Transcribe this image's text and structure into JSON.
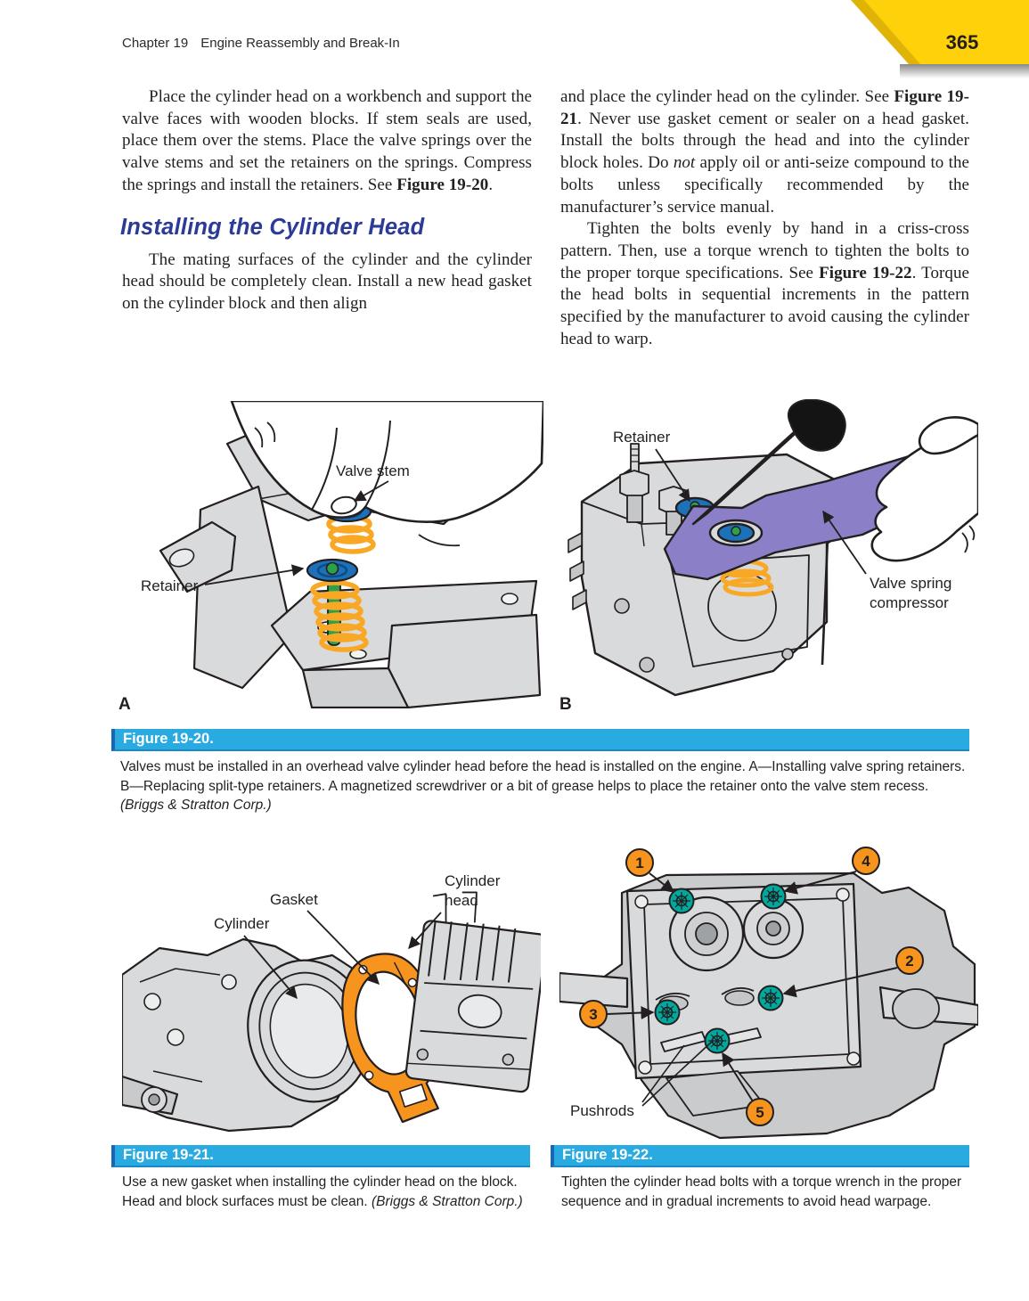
{
  "colors": {
    "page_tab_yellow": "#ffd10a",
    "figure_bar_blue": "#29abe2",
    "heading_blue": "#2b3b97",
    "engine_gray": "#d9dadb",
    "gasket_orange": "#f7941e",
    "callout_orange": "#f7941e",
    "bolt_teal": "#00a99d",
    "spring_yellow": "#f9a825",
    "valve_stem_green": "#2ba14a",
    "retainer_blue": "#1d71b8",
    "compressor_purple": "#8b7fc7"
  },
  "header": {
    "chapter_label": "Chapter 19",
    "chapter_title": "Engine Reassembly and Break-In",
    "page_number": "365"
  },
  "left_column": {
    "para1": [
      {
        "t": "Place the cylinder head on a workbench and support the valve faces with wooden blocks. If stem seals are used, place them over the stems. Place the valve springs over the valve stems and set the retainers on the springs. Compress the springs and install the retainers. See "
      },
      {
        "t": "Figure 19-20",
        "b": true
      },
      {
        "t": "."
      }
    ],
    "heading": "Installing the Cylinder Head",
    "para2": [
      {
        "t": "The mating surfaces of the cylinder and the cylinder head should be completely clean. Install a new head gasket on the cylinder block and then align"
      }
    ]
  },
  "right_column": {
    "para1": [
      {
        "t": "and place the cylinder head on the cylinder. See "
      },
      {
        "t": "Figure 19-21",
        "b": true
      },
      {
        "t": ". Never use gasket cement or sealer on a head gasket. Install the bolts through the head and into the cylinder block holes. Do "
      },
      {
        "t": "not",
        "i": true
      },
      {
        "t": " apply oil or anti-seize compound to the bolts unless specifically recommended by the manufacturer’s service manual."
      }
    ],
    "para2": [
      {
        "t": "Tighten the bolts evenly by hand in a criss-cross pattern. Then, use a torque wrench to tighten the bolts to the proper torque specifications. See "
      },
      {
        "t": "Figure 19-22",
        "b": true
      },
      {
        "t": ". Torque the head bolts in sequential increments in the pattern specified by the manufacturer to avoid causing the cylinder head to warp."
      }
    ]
  },
  "figure_20": {
    "label_a": "A",
    "label_b": "B",
    "bar_title": "Figure 19-20.",
    "caption": [
      {
        "t": "Valves must be installed in an overhead valve cylinder head before the head is installed on the engine. A—Installing valve spring retainers. B—Replacing split-type retainers. A magnetized screwdriver or a bit of grease helps to place the retainer onto the valve stem recess. "
      },
      {
        "t": "(Briggs & Stratton Corp.)",
        "i": true
      }
    ],
    "illo_a": {
      "valve_stem": "Valve stem",
      "retainer": "Retainer"
    },
    "illo_b": {
      "retainer": "Retainer",
      "compressor_line1": "Valve spring",
      "compressor_line2": "compressor"
    }
  },
  "figure_21": {
    "bar_title": "Figure 19-21.",
    "caption": [
      {
        "t": "Use a new gasket when installing the cylinder head on the block. Head and block surfaces must be clean. "
      },
      {
        "t": "(Briggs & Stratton Corp.)",
        "i": true
      }
    ],
    "labels": {
      "cylinder": "Cylinder",
      "gasket": "Gasket",
      "head_line1": "Cylinder",
      "head_line2": "head"
    }
  },
  "figure_22": {
    "bar_title": "Figure 19-22.",
    "caption": [
      {
        "t": "Tighten the cylinder head bolts with a torque wrench in the proper sequence and in gradual increments to avoid head warpage."
      }
    ],
    "labels": {
      "pushrods": "Pushrods"
    },
    "bolt_sequence": [
      "1",
      "2",
      "3",
      "4",
      "5"
    ]
  }
}
